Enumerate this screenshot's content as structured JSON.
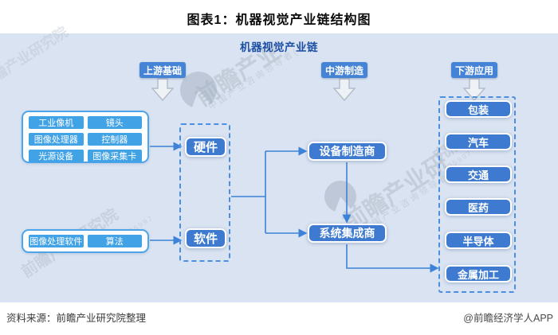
{
  "page": {
    "title": "图表1：机器视觉产业链结构图",
    "source": "资料来源：前瞻产业研究院整理",
    "credit": "@前瞻经济学人APP"
  },
  "diagram": {
    "title": "机器视觉产业链",
    "stage_labels": [
      "上游基础",
      "中游制造",
      "下游应用"
    ],
    "upstream_hardware": [
      "工业像机",
      "镜头",
      "图像处理器",
      "控制器",
      "光源设备",
      "图像采集卡"
    ],
    "upstream_software": [
      "图像处理软件",
      "算法"
    ],
    "hardware": "硬件",
    "software": "软件",
    "equipment_maker": "设备制造商",
    "system_integrator": "系统集成商",
    "downstream_fields": [
      "包装",
      "汽车",
      "交通",
      "医药",
      "半导体",
      "金属加工"
    ],
    "colors": {
      "panel_bg": "#d9e3f1",
      "box_blue": "#3d7ad0",
      "component_blue": "#41a2e6",
      "stage_label_blue": "#4583d6",
      "line_blue": "#3b82d8",
      "dashed_blue": "#4a8fe2",
      "panel_title_blue": "#1d4fa6"
    }
  },
  "watermarks": {
    "brand_short": "前瞻产业",
    "brand_large": "前瞻产业研",
    "tagline": "中国产业咨询领导者(股",
    "institute": "前瞻产业研究院",
    "fragment": "究院",
    "digits": "8395997"
  }
}
